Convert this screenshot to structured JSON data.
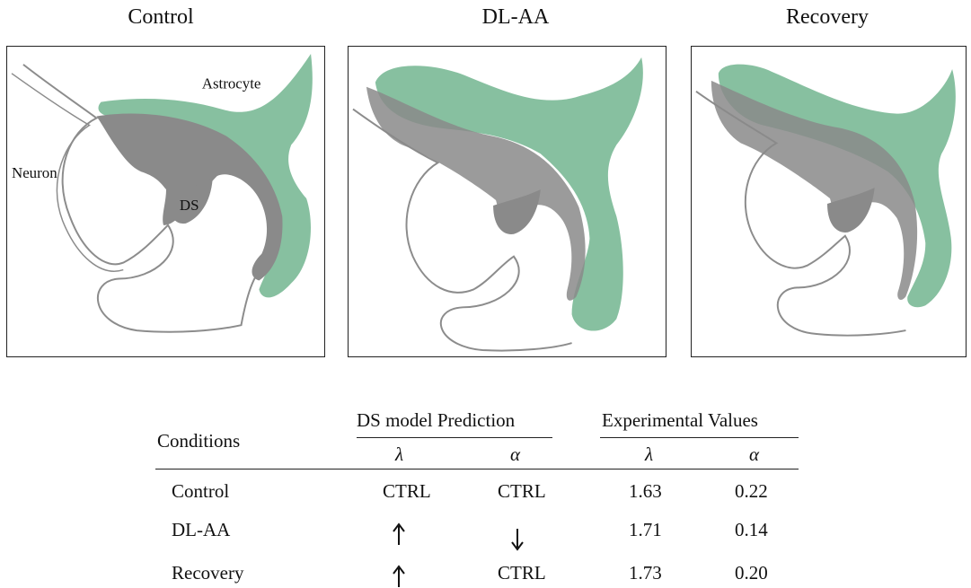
{
  "panels": [
    {
      "title": "Control",
      "labels": {
        "astrocyte": "Astrocyte",
        "neuron": "Neuron",
        "ds": "DS"
      }
    },
    {
      "title": "DL-AA"
    },
    {
      "title": "Recovery"
    }
  ],
  "table": {
    "conditions_header": "Conditions",
    "group_prediction": "DS model Prediction",
    "group_experimental": "Experimental Values",
    "sub_lambda": "λ",
    "sub_alpha": "α",
    "rows": [
      {
        "condition": "Control",
        "pred_lambda": "CTRL",
        "pred_alpha": "CTRL",
        "exp_lambda": "1.63",
        "exp_alpha": "0.22"
      },
      {
        "condition": "DL-AA",
        "pred_lambda_symbol": "up-arrow",
        "pred_alpha_symbol": "down-arrow",
        "exp_lambda": "1.71",
        "exp_alpha": "0.14"
      },
      {
        "condition": "Recovery",
        "pred_lambda_symbol": "up-arrow",
        "pred_alpha": "CTRL",
        "exp_lambda": "1.73",
        "exp_alpha": "0.20"
      }
    ]
  },
  "colors": {
    "astrocyte": "#7dbb98",
    "ds": "#8a8a8a",
    "neuron_outline": "#8c8c8c"
  }
}
